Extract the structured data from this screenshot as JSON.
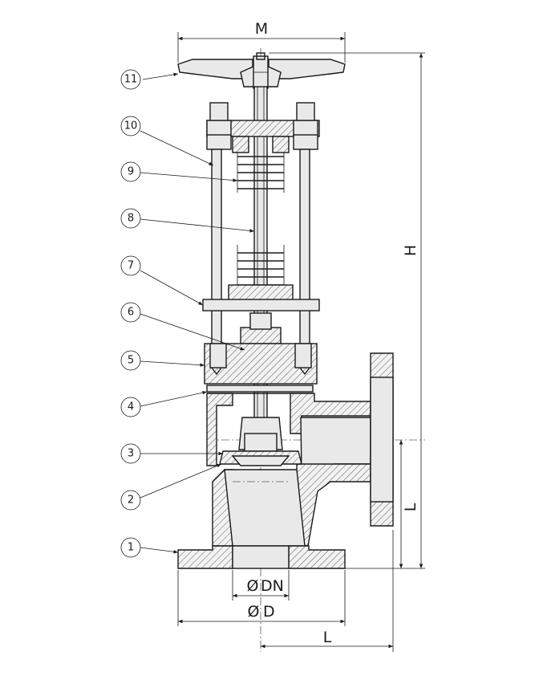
{
  "dimensions": {
    "M": "M",
    "H": "H",
    "L_vertical": "L",
    "L_horizontal": "L",
    "DN": "DN",
    "D": "D",
    "diameter_symbol": "Ø"
  },
  "callouts": [
    "1",
    "2",
    "3",
    "4",
    "5",
    "6",
    "7",
    "8",
    "9",
    "10",
    "11"
  ],
  "colors": {
    "line": "#1a1a1a",
    "fill": "#e9e9e9",
    "background": "#ffffff"
  }
}
